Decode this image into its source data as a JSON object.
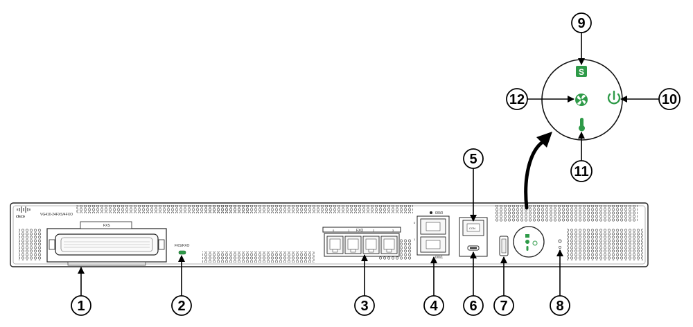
{
  "device": {
    "brand": "cisco",
    "model": "VG410-24FXS/4FXO",
    "module_label": "FXS",
    "fxs_fxo_led_label": "FXS/FXO",
    "fxo_port_header": "FXO",
    "fxo_port_numbers": [
      "0",
      "1",
      "2",
      "3"
    ],
    "ge_left_top": "0",
    "ge_left_bottom": "1",
    "ge_top_label": "0/0/0",
    "ge_bottom_label": "0/0/1",
    "console_label": "CON"
  },
  "callouts": [
    {
      "id": "1",
      "label": "1"
    },
    {
      "id": "2",
      "label": "2"
    },
    {
      "id": "3",
      "label": "3"
    },
    {
      "id": "4",
      "label": "4"
    },
    {
      "id": "5",
      "label": "5"
    },
    {
      "id": "6",
      "label": "6"
    },
    {
      "id": "7",
      "label": "7"
    },
    {
      "id": "8",
      "label": "8"
    },
    {
      "id": "9",
      "label": "9"
    },
    {
      "id": "10",
      "label": "10"
    },
    {
      "id": "11",
      "label": "11"
    },
    {
      "id": "12",
      "label": "12"
    }
  ],
  "led_panel": {
    "system_glyph": "S",
    "colors": {
      "led_green": "#2e9a48",
      "chassis_stroke": "#222222"
    },
    "icons": [
      "system-icon",
      "power-icon",
      "temperature-icon",
      "fan-icon"
    ]
  }
}
